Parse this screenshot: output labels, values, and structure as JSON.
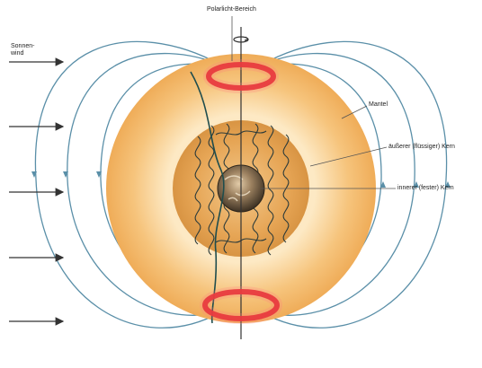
{
  "labels": {
    "aurora_region": "Polarlicht-Bereich",
    "solar_wind_line1": "Sonnen-",
    "solar_wind_line2": "wind",
    "mantle": "Mantel",
    "outer_core": "äußerer (flüssiger) Kern",
    "inner_core": "innerer (fester) Kern"
  },
  "colors": {
    "field_lines": "#5a8fa8",
    "wind_arrows": "#333333",
    "mantle_outer": "#f3b562",
    "mantle_inner": "#fde9c4",
    "outer_core": "#e3a24f",
    "inner_core": "#6b5a45",
    "aurora": "#e0242a",
    "axis": "#333333"
  },
  "icons": {
    "rotation": "rotation-arrow-icon"
  }
}
